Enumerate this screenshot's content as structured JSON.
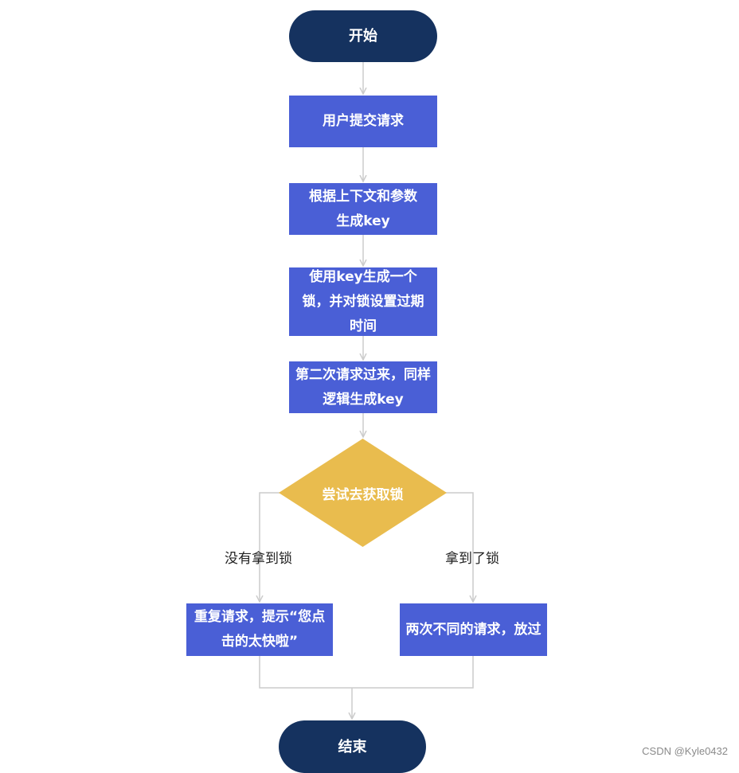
{
  "flowchart": {
    "start": "开始",
    "steps": [
      "用户提交请求",
      "根据上下文和参数生成key",
      "使用key生成一个锁，并对锁设置过期时间",
      "第二次请求过来，同样逻辑生成key"
    ],
    "decision": "尝试去获取锁",
    "branch_no": {
      "label": "没有拿到锁",
      "action": "重复请求，提示“您点击的太快啦”"
    },
    "branch_yes": {
      "label": "拿到了锁",
      "action": "两次不同的请求，放过"
    },
    "end": "结束"
  },
  "colors": {
    "terminal": "#15325f",
    "process": "#4a5fd6",
    "decision": "#e9bc4e",
    "connector": "#cccccc"
  },
  "watermark": "CSDN @Kyle0432"
}
